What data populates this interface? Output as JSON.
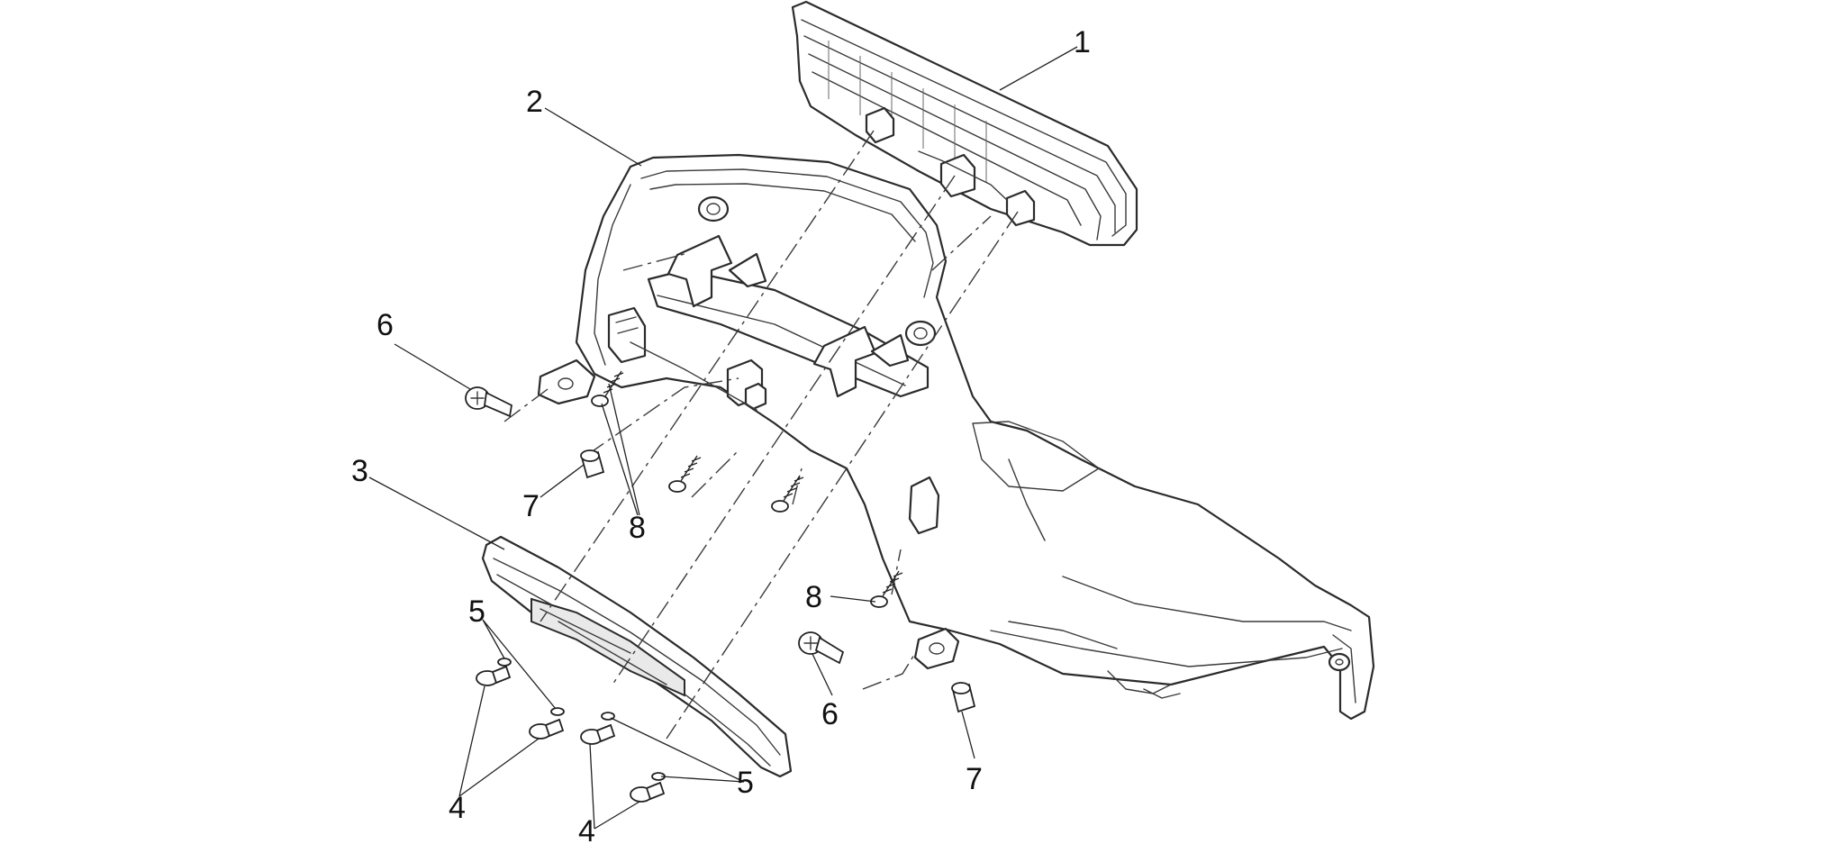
{
  "diagram": {
    "type": "exploded-parts-view",
    "callouts": {
      "c1": "1",
      "c2": "2",
      "c3": "3",
      "c4a": "4",
      "c4b": "4",
      "c5a": "5",
      "c5b": "5",
      "c6a": "6",
      "c6b": "6",
      "c7a": "7",
      "c7b": "7",
      "c8a": "8",
      "c8b": "8"
    }
  }
}
